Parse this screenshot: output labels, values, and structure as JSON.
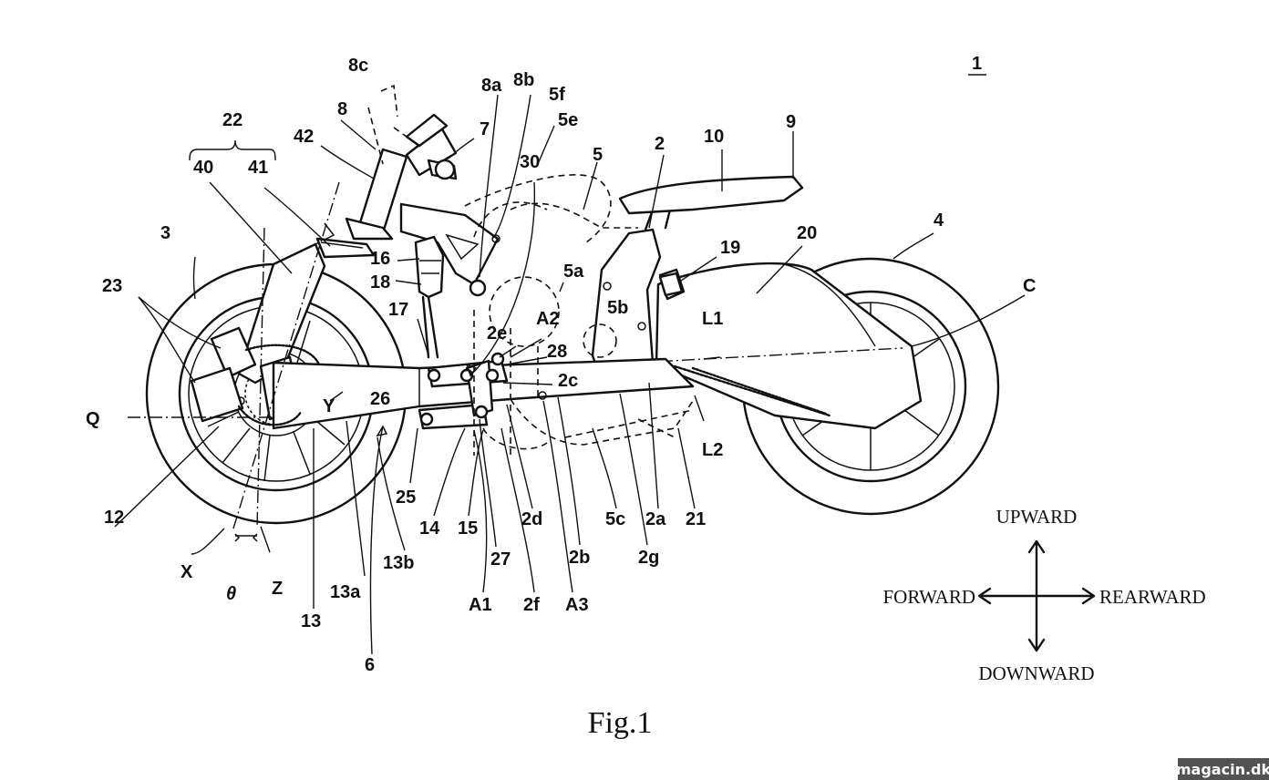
{
  "figure": {
    "assembly_ref": "1",
    "caption": "Fig.1"
  },
  "labels": [
    {
      "id": "8c",
      "text": "8c"
    },
    {
      "id": "8b",
      "text": "8b"
    },
    {
      "id": "8a",
      "text": "8a"
    },
    {
      "id": "5f",
      "text": "5f"
    },
    {
      "id": "5e",
      "text": "5e"
    },
    {
      "id": "22",
      "text": "22"
    },
    {
      "id": "8",
      "text": "8"
    },
    {
      "id": "7",
      "text": "7"
    },
    {
      "id": "42",
      "text": "42"
    },
    {
      "id": "40",
      "text": "40"
    },
    {
      "id": "41",
      "text": "41"
    },
    {
      "id": "30",
      "text": "30"
    },
    {
      "id": "5",
      "text": "5"
    },
    {
      "id": "2",
      "text": "2"
    },
    {
      "id": "10",
      "text": "10"
    },
    {
      "id": "9",
      "text": "9"
    },
    {
      "id": "4",
      "text": "4"
    },
    {
      "id": "3",
      "text": "3"
    },
    {
      "id": "20",
      "text": "20"
    },
    {
      "id": "19",
      "text": "19"
    },
    {
      "id": "16",
      "text": "16"
    },
    {
      "id": "18",
      "text": "18"
    },
    {
      "id": "5a",
      "text": "5a"
    },
    {
      "id": "C",
      "text": "C"
    },
    {
      "id": "23",
      "text": "23"
    },
    {
      "id": "17",
      "text": "17"
    },
    {
      "id": "5b",
      "text": "5b"
    },
    {
      "id": "L1",
      "text": "L1"
    },
    {
      "id": "2e",
      "text": "2e"
    },
    {
      "id": "A2",
      "text": "A2"
    },
    {
      "id": "28",
      "text": "28"
    },
    {
      "id": "2c",
      "text": "2c"
    },
    {
      "id": "Y",
      "text": "Y"
    },
    {
      "id": "26",
      "text": "26"
    },
    {
      "id": "Q",
      "text": "Q"
    },
    {
      "id": "L2",
      "text": "L2"
    },
    {
      "id": "25",
      "text": "25"
    },
    {
      "id": "12",
      "text": "12"
    },
    {
      "id": "14",
      "text": "14"
    },
    {
      "id": "15",
      "text": "15"
    },
    {
      "id": "2d",
      "text": "2d"
    },
    {
      "id": "5c",
      "text": "5c"
    },
    {
      "id": "2a",
      "text": "2a"
    },
    {
      "id": "21",
      "text": "21"
    },
    {
      "id": "X",
      "text": "X"
    },
    {
      "id": "theta",
      "text": "θ"
    },
    {
      "id": "Z",
      "text": "Z"
    },
    {
      "id": "13b",
      "text": "13b"
    },
    {
      "id": "27",
      "text": "27"
    },
    {
      "id": "2b",
      "text": "2b"
    },
    {
      "id": "2g",
      "text": "2g"
    },
    {
      "id": "13a",
      "text": "13a"
    },
    {
      "id": "A1",
      "text": "A1"
    },
    {
      "id": "2f",
      "text": "2f"
    },
    {
      "id": "A3",
      "text": "A3"
    },
    {
      "id": "13",
      "text": "13"
    },
    {
      "id": "6",
      "text": "6"
    }
  ],
  "directions": {
    "up": "UPWARD",
    "forward": "FORWARD",
    "rearward": "REARWARD",
    "down": "DOWNWARD"
  },
  "watermark": "magacin.dk"
}
